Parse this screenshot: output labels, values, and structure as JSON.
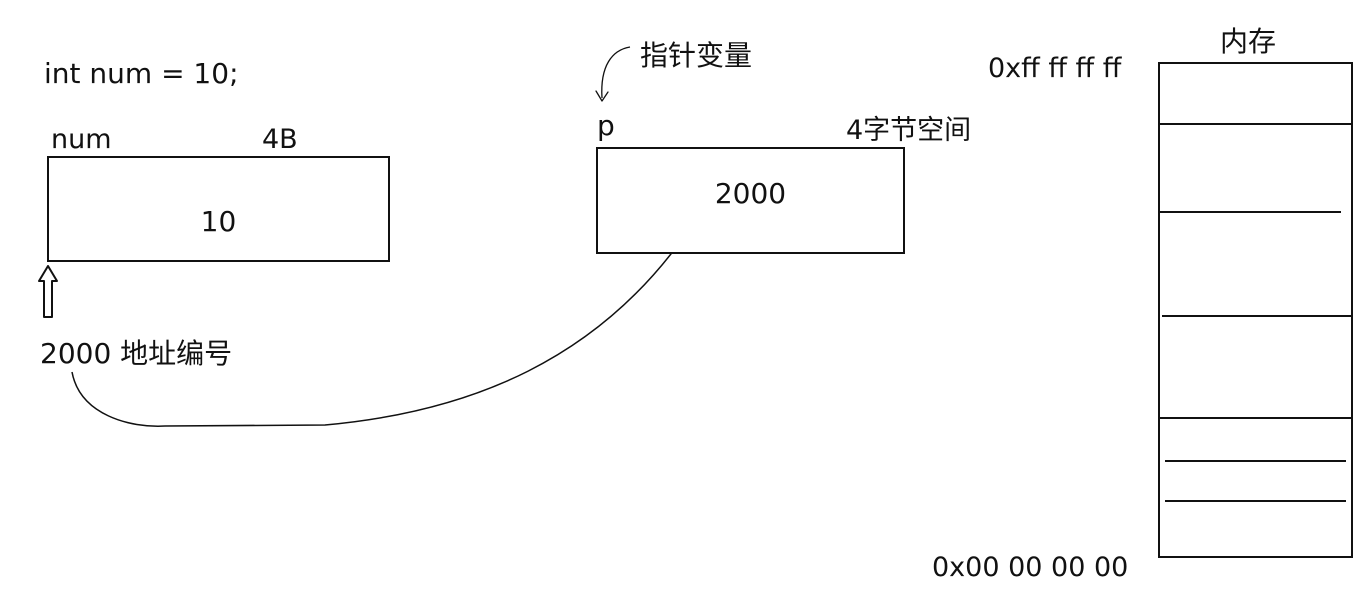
{
  "code": {
    "declaration": "int num = 10;"
  },
  "num_var": {
    "name": "num",
    "size": "4B",
    "value": "10",
    "address_label": "2000 地址编号"
  },
  "pointer_var": {
    "caption": "指针变量",
    "name": "p",
    "size": "4字节空间",
    "value": "2000"
  },
  "memory": {
    "title": "内存",
    "top_address": "0xff ff ff ff",
    "bottom_address": "0x00 00 00 00"
  }
}
